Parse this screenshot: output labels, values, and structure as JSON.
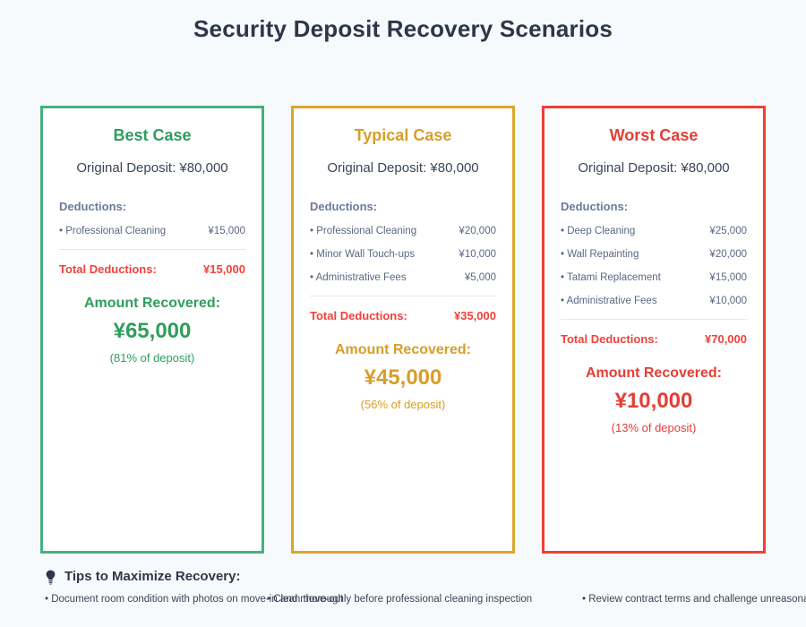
{
  "page": {
    "title": "Security Deposit Recovery Scenarios",
    "background_color": "#f7fafc"
  },
  "cards": [
    {
      "id": "best-case",
      "title": "Best Case",
      "accent_color": "#2e9e5b",
      "border_color": "#45b07f",
      "deposit_label": "Original Deposit: ¥80,000",
      "deductions_label": "Deductions:",
      "deductions": [
        {
          "name": "Professional Cleaning",
          "amount": "¥15,000"
        }
      ],
      "total_label": "Total Deductions:",
      "total_amount": "¥15,000",
      "recovered_label": "Amount Recovered:",
      "recovered_amount": "¥65,000",
      "recovered_pct": "(81% of deposit)"
    },
    {
      "id": "typical-case",
      "title": "Typical Case",
      "accent_color": "#d79e28",
      "border_color": "#dba52e",
      "deposit_label": "Original Deposit: ¥80,000",
      "deductions_label": "Deductions:",
      "deductions": [
        {
          "name": "Professional Cleaning",
          "amount": "¥20,000"
        },
        {
          "name": "Minor Wall Touch-ups",
          "amount": "¥10,000"
        },
        {
          "name": "Administrative Fees",
          "amount": "¥5,000"
        }
      ],
      "total_label": "Total Deductions:",
      "total_amount": "¥35,000",
      "recovered_label": "Amount Recovered:",
      "recovered_amount": "¥45,000",
      "recovered_pct": "(56% of deposit)"
    },
    {
      "id": "worst-case",
      "title": "Worst Case",
      "accent_color": "#e43e35",
      "border_color": "#ef4036",
      "deposit_label": "Original Deposit: ¥80,000",
      "deductions_label": "Deductions:",
      "deductions": [
        {
          "name": "Deep Cleaning",
          "amount": "¥25,000"
        },
        {
          "name": "Wall Repainting",
          "amount": "¥20,000"
        },
        {
          "name": "Tatami Replacement",
          "amount": "¥15,000"
        },
        {
          "name": "Administrative Fees",
          "amount": "¥10,000"
        }
      ],
      "total_label": "Total Deductions:",
      "total_amount": "¥70,000",
      "recovered_label": "Amount Recovered:",
      "recovered_amount": "¥10,000",
      "recovered_pct": "(13% of deposit)"
    }
  ],
  "tips": {
    "icon": "lightbulb-icon",
    "heading": "Tips to Maximize Recovery:",
    "items": [
      "Document room condition with photos on move-in and move-out",
      "Clean thoroughly before professional cleaning inspection",
      "Review contract terms and challenge unreasonable deductions"
    ]
  }
}
